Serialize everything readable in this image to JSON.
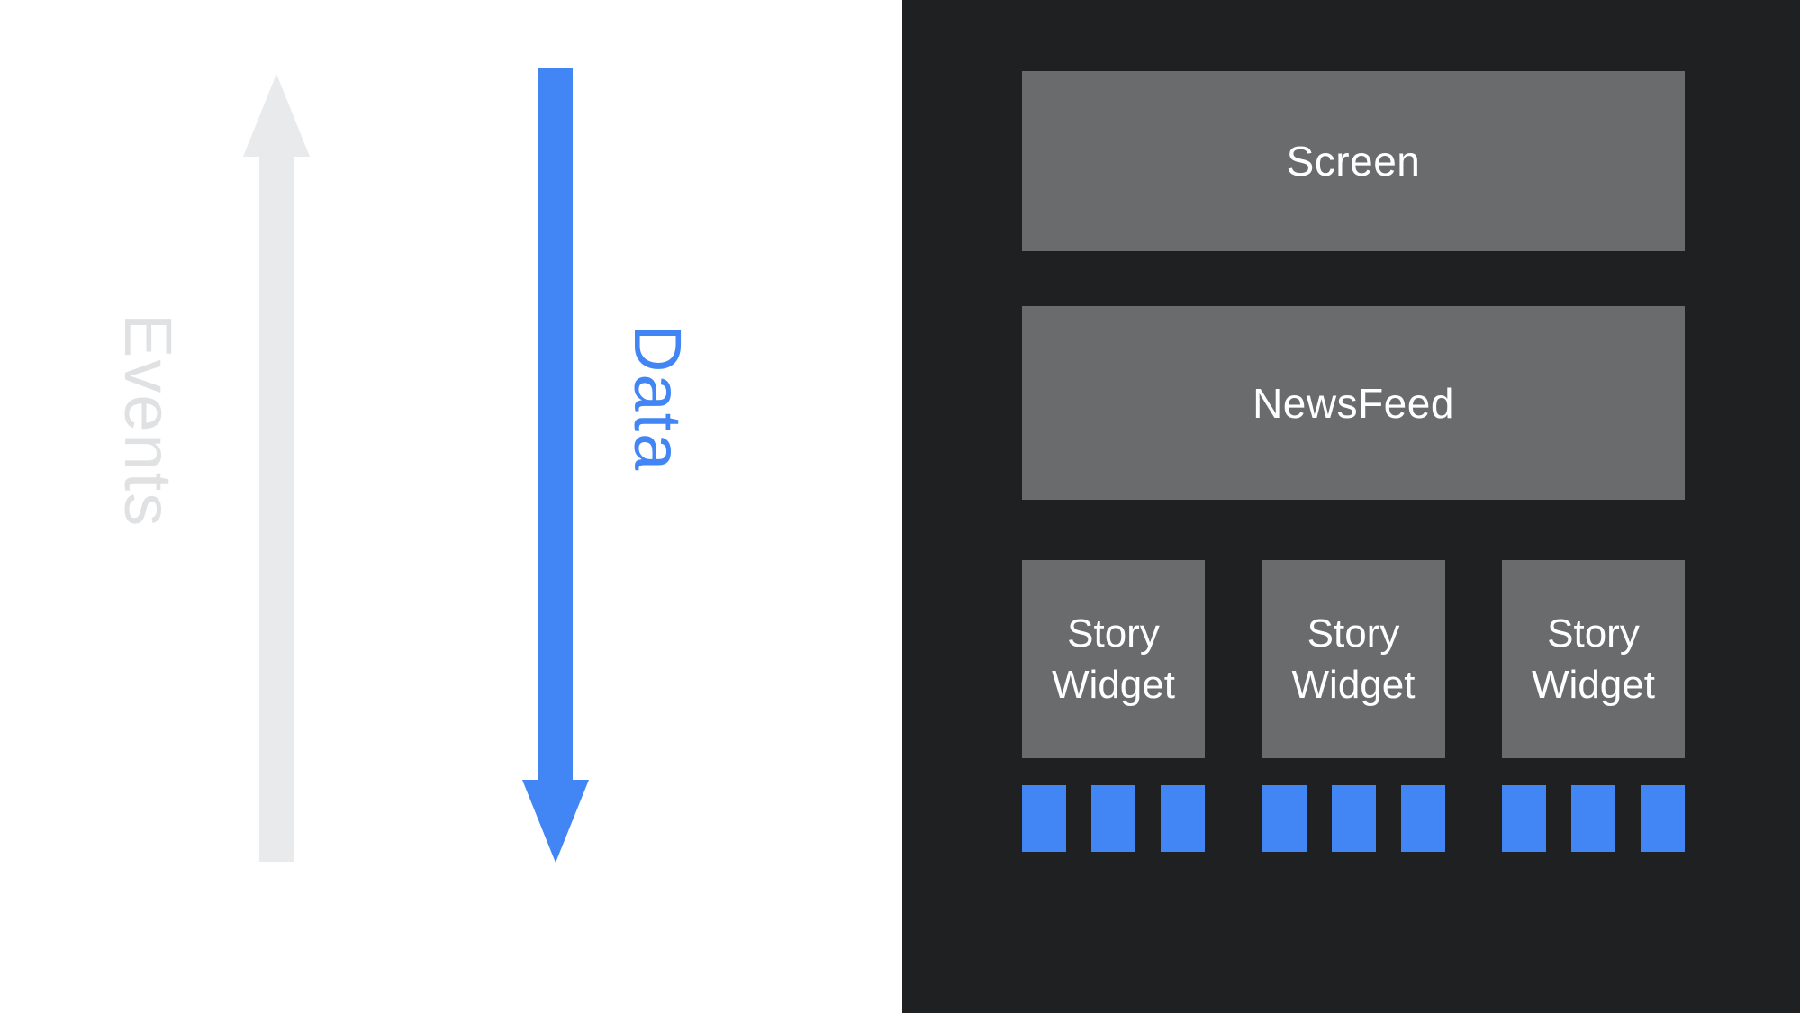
{
  "colors": {
    "page_bg": "#ffffff",
    "panel_bg": "#1e2022",
    "box_bg": "#696b6d",
    "box_text": "#ffffff",
    "accent_blue": "#4285f4",
    "light_gray": "#e8eaec"
  },
  "left_side": {
    "events_label": "Events",
    "events_arrow_direction": "up",
    "data_label": "Data",
    "data_arrow_direction": "down"
  },
  "panel": {
    "screen_label": "Screen",
    "newsfeed_label": "NewsFeed",
    "story_widgets": [
      {
        "label": "Story Widget",
        "data_squares": 3
      },
      {
        "label": "Story Widget",
        "data_squares": 3
      },
      {
        "label": "Story Widget",
        "data_squares": 3
      }
    ]
  }
}
